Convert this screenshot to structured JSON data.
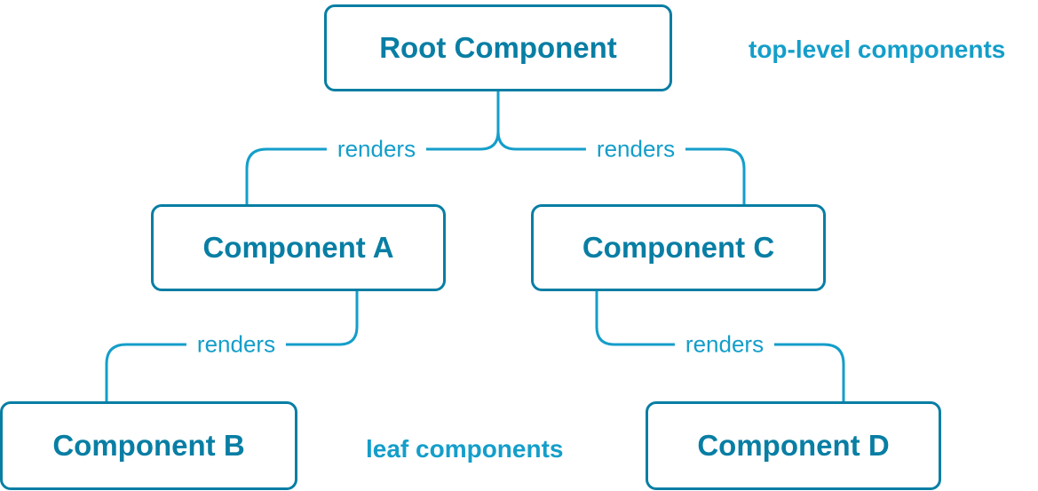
{
  "diagram": {
    "type": "component-tree",
    "colors": {
      "node_border": "#087EA4",
      "node_text": "#087EA4",
      "connector": "#149ECA",
      "edge_label_text": "#149ECA",
      "caption_text": "#149ECA",
      "background": "#FFFFFF"
    },
    "nodes": [
      {
        "id": "root",
        "label": "Root Component"
      },
      {
        "id": "a",
        "label": "Component A"
      },
      {
        "id": "c",
        "label": "Component C"
      },
      {
        "id": "b",
        "label": "Component B"
      },
      {
        "id": "d",
        "label": "Component D"
      }
    ],
    "edges": [
      {
        "from": "root",
        "to": "a",
        "label": "renders"
      },
      {
        "from": "root",
        "to": "c",
        "label": "renders"
      },
      {
        "from": "a",
        "to": "b",
        "label": "renders"
      },
      {
        "from": "c",
        "to": "d",
        "label": "renders"
      }
    ],
    "captions": {
      "top_level": "top-level components",
      "leaf": "leaf components"
    }
  }
}
